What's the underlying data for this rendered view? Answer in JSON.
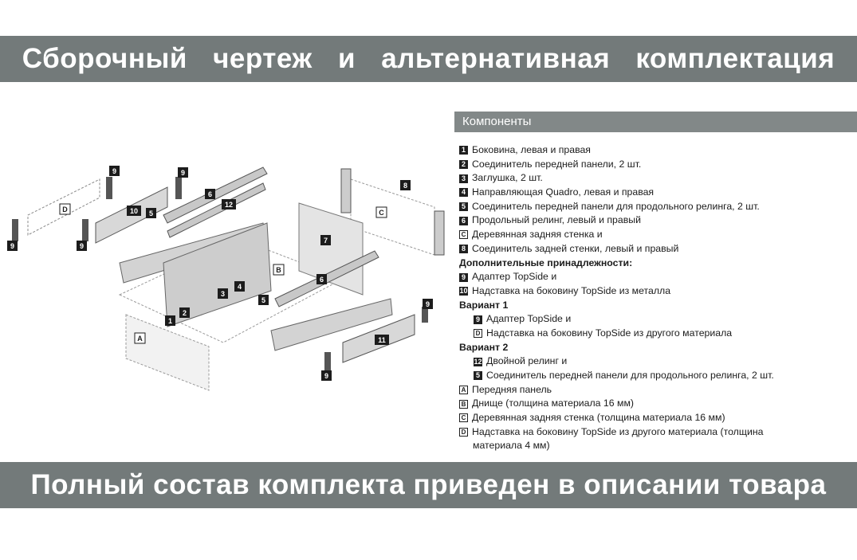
{
  "header": {
    "title": "Сборочный чертеж и альтернативная комплектация"
  },
  "footer": {
    "text": "Полный состав комплекта приведен в описании товара"
  },
  "panel": {
    "title": "Компоненты",
    "rows": [
      {
        "marker": "1",
        "style": "fill",
        "text": "Боковина, левая и правая"
      },
      {
        "marker": "2",
        "style": "fill",
        "text": "Соединитель передней панели, 2 шт."
      },
      {
        "marker": "3",
        "style": "fill",
        "text": "Заглушка, 2 шт."
      },
      {
        "marker": "4",
        "style": "fill",
        "text": "Направляющая Quadro, левая и правая"
      },
      {
        "marker": "5",
        "style": "fill",
        "text": "Соединитель передней панели для продольного релинга, 2 шт."
      },
      {
        "marker": "6",
        "style": "fill",
        "text": "Продольный релинг, левый и правый"
      },
      {
        "marker": "C",
        "style": "box",
        "text": "Деревянная задняя стенка и"
      },
      {
        "marker": "8",
        "style": "fill",
        "text": "Соединитель задней стенки, левый и правый"
      },
      {
        "marker": "",
        "style": "head",
        "text": "Дополнительные принадлежности:"
      },
      {
        "marker": "9",
        "style": "fill",
        "text": "Адаптер TopSide и"
      },
      {
        "marker": "10",
        "style": "fill",
        "text": "Надставка на боковину TopSide из металла"
      },
      {
        "marker": "",
        "style": "head",
        "text": "Вариант 1"
      },
      {
        "marker": "9",
        "style": "fill",
        "indent": true,
        "text": "Адаптер TopSide и"
      },
      {
        "marker": "D",
        "style": "box",
        "indent": true,
        "text": "Надставка на боковину TopSide из другого материала"
      },
      {
        "marker": "",
        "style": "head",
        "text": "Вариант 2"
      },
      {
        "marker": "12",
        "style": "fill",
        "indent": true,
        "text": "Двойной релинг и"
      },
      {
        "marker": "5",
        "style": "fill",
        "indent": true,
        "text": "Соединитель передней панели для продольного релинга, 2 шт."
      },
      {
        "marker": "A",
        "style": "box",
        "text": "Передняя панель"
      },
      {
        "marker": "B",
        "style": "box",
        "text": "Днище (толщина материала 16 мм)"
      },
      {
        "marker": "C",
        "style": "box",
        "text": "Деревянная задняя стенка (толщина материала 16 мм)"
      },
      {
        "marker": "D",
        "style": "box",
        "text": "Надставка на боковину TopSide из другого материала (толщина"
      },
      {
        "marker": "",
        "style": "cont",
        "text": "материала 4 мм)"
      }
    ]
  },
  "diagram": {
    "labels": [
      "1",
      "2",
      "3",
      "4",
      "5",
      "5",
      "6",
      "6",
      "7",
      "8",
      "9",
      "9",
      "9",
      "9",
      "9",
      "10",
      "11",
      "12",
      "A",
      "B",
      "C",
      "D"
    ]
  },
  "colors": {
    "banner": "#737a7a",
    "panel_header": "#828888",
    "marker": "#1f1f1f"
  }
}
